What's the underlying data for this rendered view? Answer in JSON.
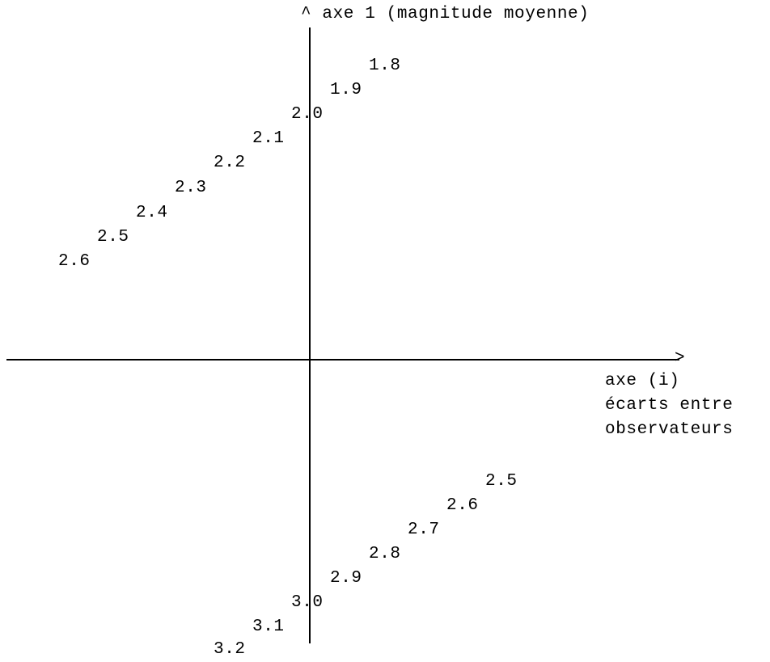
{
  "axes": {
    "vertical_title": "^ axe 1 (magnitude moyenne)",
    "horizontal_arrow": ">",
    "horizontal_title": {
      "line1": "axe (i)",
      "line2": "écarts entre",
      "line3": "observateurs"
    }
  },
  "upper_series": [
    "1.8",
    "1.9",
    "2.0",
    "2.1",
    "2.2",
    "2.3",
    "2.4",
    "2.5",
    "2.6"
  ],
  "lower_series": [
    "2.5",
    "2.6",
    "2.7",
    "2.8",
    "2.9",
    "3.0",
    "3.1",
    "3.2"
  ]
}
